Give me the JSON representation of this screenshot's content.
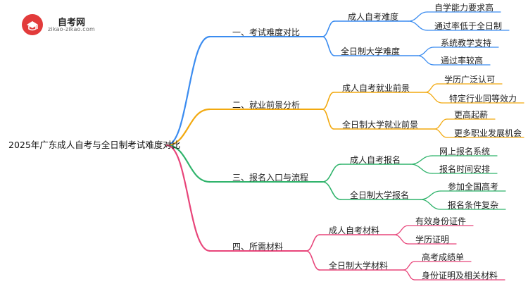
{
  "logo": {
    "title": "自考网",
    "subtitle": "zikao-zikao.com"
  },
  "mindmap": {
    "root": "2025年广东成人自考与全日制考试难度对比",
    "branches": [
      {
        "label": "一、考试难度对比",
        "color": "#3b8cf0",
        "children": [
          {
            "label": "成人自考难度",
            "leaves": [
              "自学能力要求高",
              "通过率低于全日制"
            ]
          },
          {
            "label": "全日制大学难度",
            "leaves": [
              "系统教学支持",
              "通过率较高"
            ]
          }
        ]
      },
      {
        "label": "二、就业前景分析",
        "color": "#f2a90f",
        "children": [
          {
            "label": "成人自考就业前景",
            "leaves": [
              "学历广泛认可",
              "特定行业同等效力"
            ]
          },
          {
            "label": "全日制大学就业前景",
            "leaves": [
              "更高起薪",
              "更多职业发展机会"
            ]
          }
        ]
      },
      {
        "label": "三、报名入口与流程",
        "color": "#2fb36b",
        "children": [
          {
            "label": "成人自考报名",
            "leaves": [
              "网上报名系统",
              "报名时间安排"
            ]
          },
          {
            "label": "全日制大学报名",
            "leaves": [
              "参加全国高考",
              "报名条件复杂"
            ]
          }
        ]
      },
      {
        "label": "四、所需材料",
        "color": "#e8457a",
        "children": [
          {
            "label": "成人自考材料",
            "leaves": [
              "有效身份证件",
              "学历证明"
            ]
          },
          {
            "label": "全日制大学材料",
            "leaves": [
              "高考成绩单",
              "身份证明及相关材料"
            ]
          }
        ]
      }
    ]
  }
}
